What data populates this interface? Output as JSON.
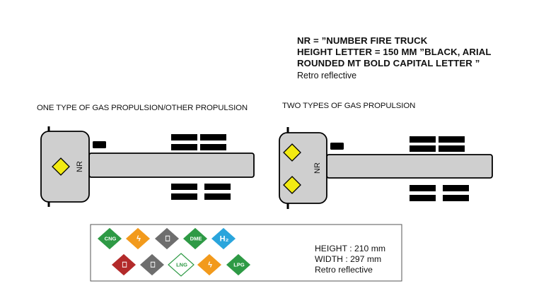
{
  "note": {
    "line1": "NR = ”NUMBER FIRE TRUCK",
    "line2": "HEIGHT LETTER  = 150 MM ”BLACK, ARIAL",
    "line3": "ROUNDED MT BOLD CAPITAL LETTER ”",
    "line4": "Retro reflective"
  },
  "captions": {
    "left": "ONE TYPE OF GAS PROPULSION/OTHER PROPULSION",
    "right": "TWO TYPES OF GAS PROPULSION"
  },
  "cab_label": "NR",
  "legend": {
    "height": "HEIGHT : 210 mm",
    "width": "WIDTH :  297 mm",
    "retro": "Retro reflective"
  },
  "badges": [
    {
      "icon": "cng-badge-icon",
      "label": "CNG",
      "color": "#2e9a45"
    },
    {
      "icon": "electric-badge-icon",
      "label": "ϟ",
      "color": "#f29a1c"
    },
    {
      "icon": "other-fuel-badge-icon",
      "label": "⎕",
      "color": "#6e6e6e"
    },
    {
      "icon": "dme-badge-icon",
      "label": "DME",
      "color": "#2e9a45"
    },
    {
      "icon": "hydrogen-badge-icon",
      "label": "H₂",
      "color": "#2aa5dc"
    },
    {
      "icon": "petrol-badge-icon",
      "label": "⎕",
      "color": "#b32a2a"
    },
    {
      "icon": "diesel-badge-icon",
      "label": "⎕",
      "color": "#6e6e6e"
    },
    {
      "icon": "lng-badge-icon",
      "label": "LNG",
      "color": "#ffffff",
      "text_color": "#2e9a45",
      "stroke": "#2e9a45"
    },
    {
      "icon": "electric-badge-icon",
      "label": "ϟ",
      "color": "#f29a1c"
    },
    {
      "icon": "lpg-badge-icon",
      "label": "LPG",
      "color": "#2e9a45"
    }
  ],
  "colors": {
    "truck_fill": "#cfcfcf",
    "marker": "#f2ea12",
    "block": "#000000"
  }
}
